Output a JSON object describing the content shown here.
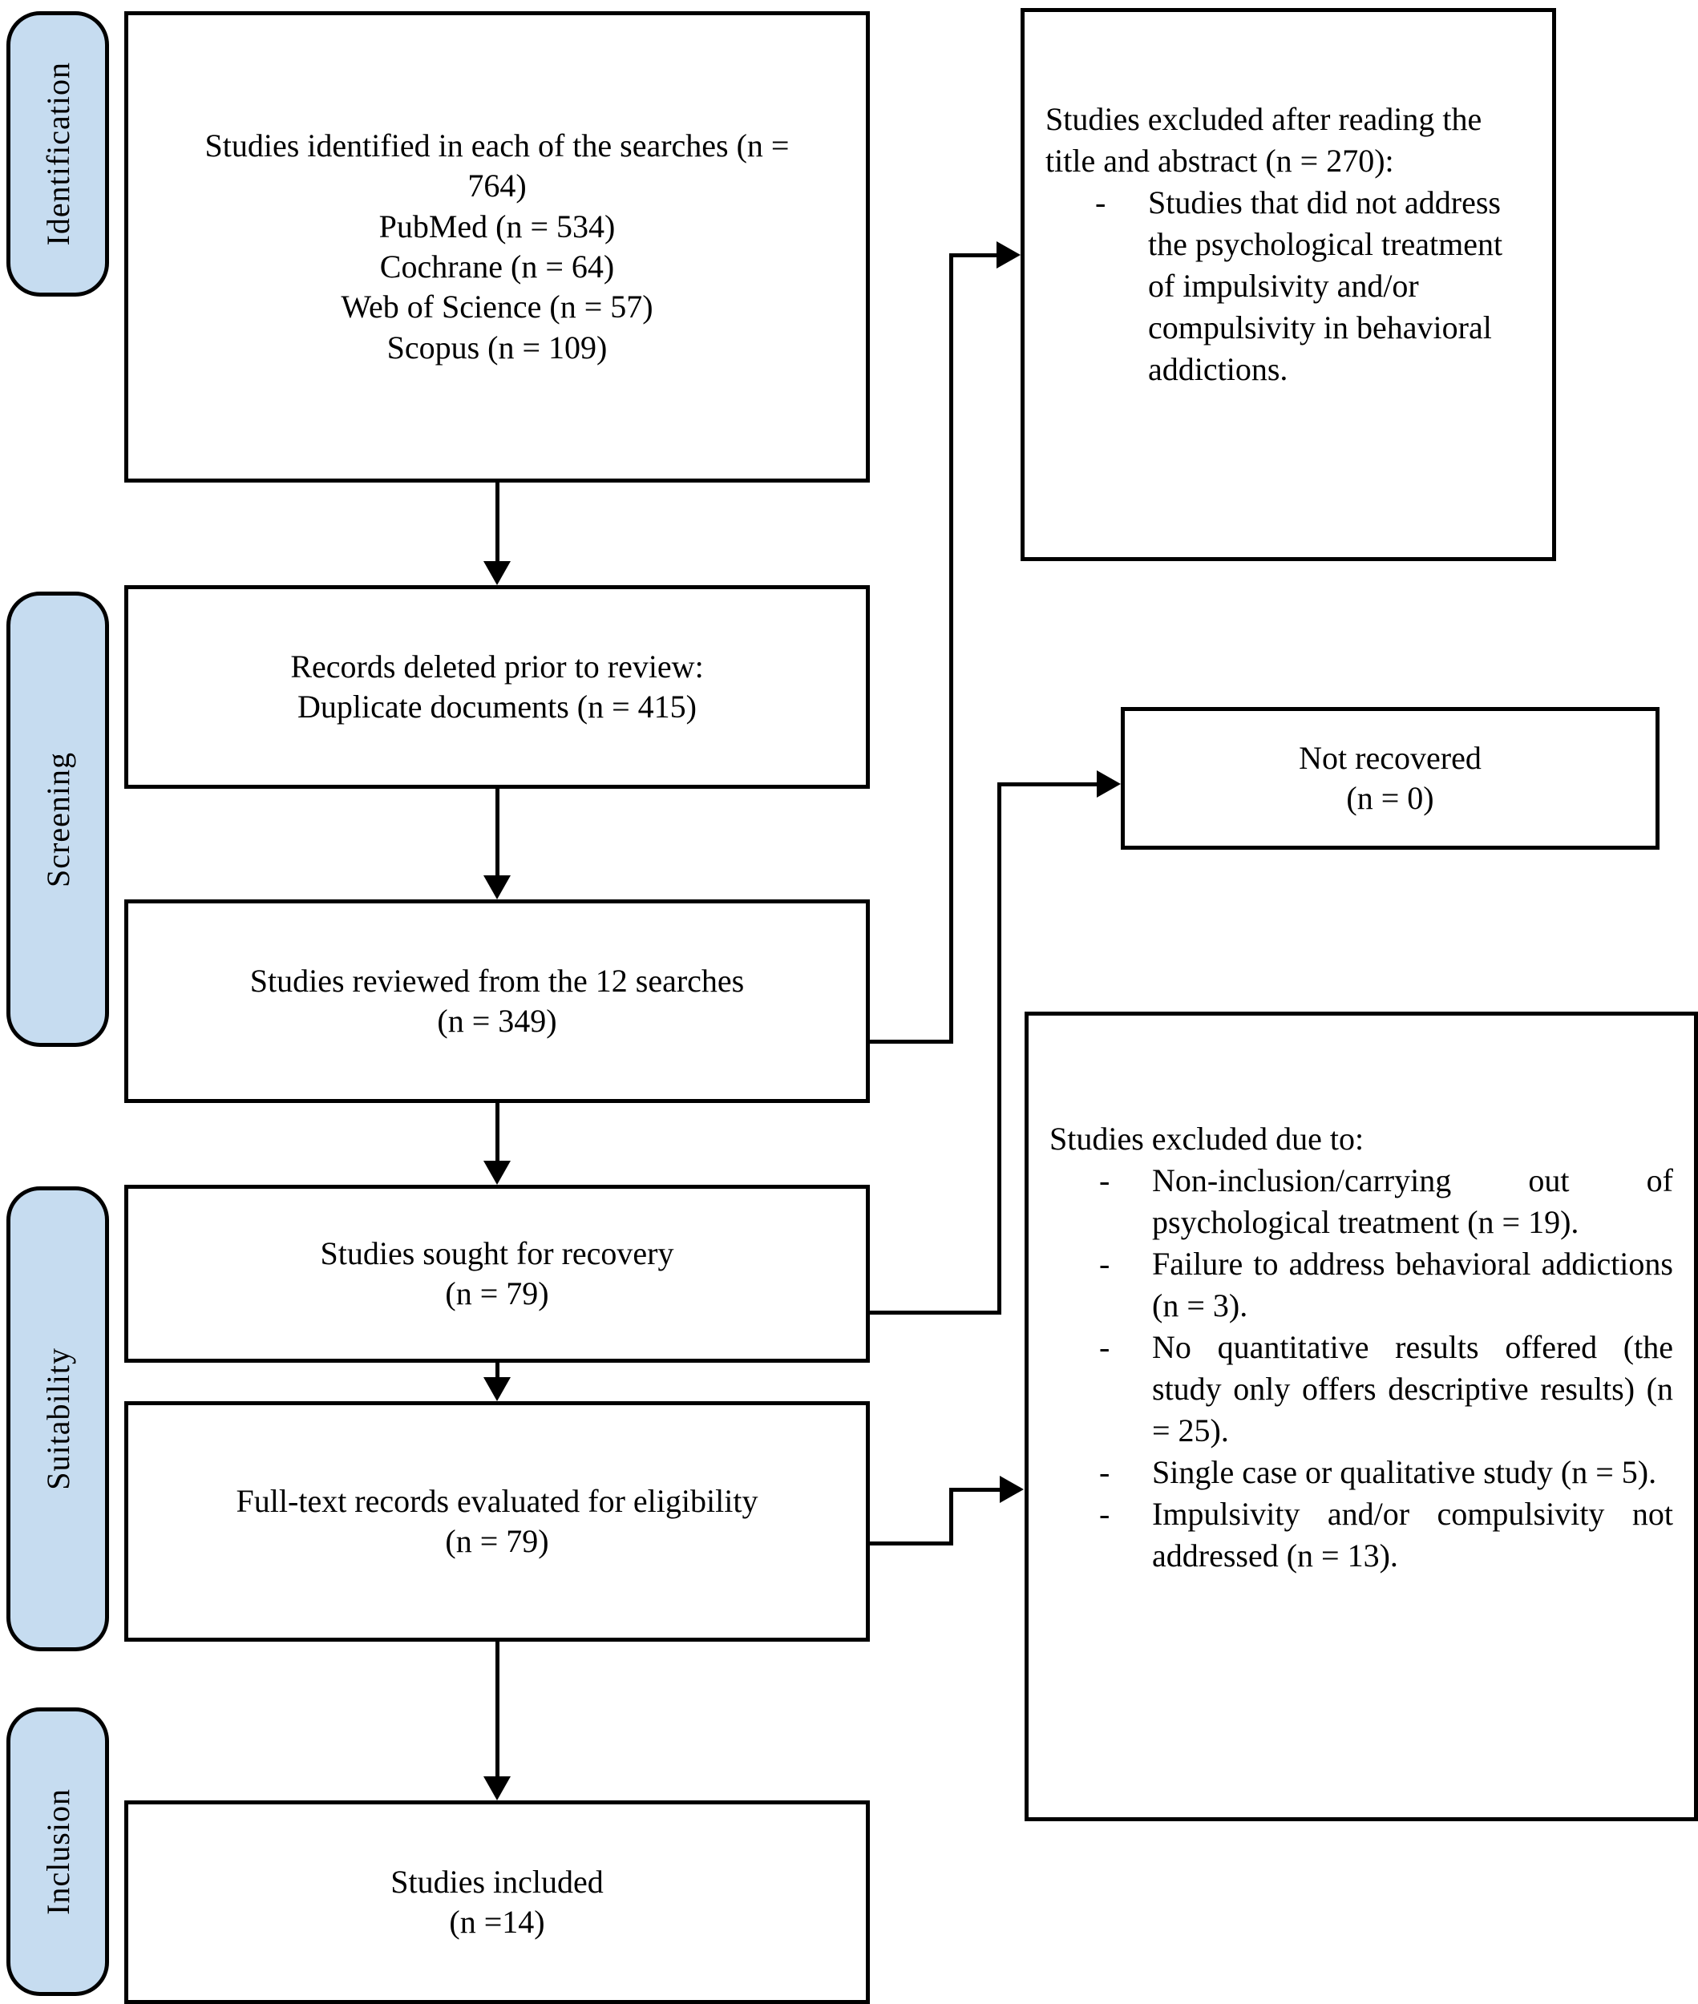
{
  "diagram": {
    "title": "PRISMA flow diagram",
    "accent_color": "#c6dcf0",
    "line_color": "#000000"
  },
  "stages": [
    {
      "id": "identification",
      "label": "Identification"
    },
    {
      "id": "screening",
      "label": "Screening"
    },
    {
      "id": "suitability",
      "label": "Suitability"
    },
    {
      "id": "inclusion",
      "label": "Inclusion"
    }
  ],
  "nodes": {
    "identified": {
      "lines": [
        "Studies identified in each of the searches (n =",
        "764)",
        "PubMed (n = 534)",
        "Cochrane (n = 64)",
        "Web of Science (n = 57)",
        "Scopus (n = 109)"
      ]
    },
    "duplicates": {
      "lines": [
        "Records deleted prior to review:",
        "Duplicate documents (n = 415)"
      ]
    },
    "reviewed": {
      "lines": [
        "Studies reviewed from the 12 searches",
        "(n = 349)"
      ]
    },
    "sought": {
      "lines": [
        "Studies sought for recovery",
        "(n = 79)"
      ]
    },
    "fulltext": {
      "lines": [
        "Full-text records evaluated for eligibility",
        "(n = 79)"
      ]
    },
    "included": {
      "lines": [
        "Studies included",
        "(n =14)"
      ]
    },
    "not_recovered": {
      "lines": [
        "Not recovered",
        "(n = 0)"
      ]
    },
    "excluded_title_abstract": {
      "heading": "Studies excluded after reading the title and abstract (n = 270):",
      "dash": "-",
      "items": [
        "Studies that did not address the psychological treatment of impulsivity and/or compulsivity in behavioral addictions."
      ]
    },
    "excluded_fulltext": {
      "heading": "Studies excluded due to:",
      "dash": "-",
      "items": [
        "Non-inclusion/carrying out of psychological treatment (n = 19).",
        "Failure to address behavioral addictions (n = 3).",
        "No quantitative results offered (the study only offers descriptive results) (n = 25).",
        "Single case or qualitative study (n = 5).",
        "Impulsivity and/or compulsivity not addressed  (n = 13)."
      ]
    }
  },
  "counts": {
    "total_identified": 764,
    "pubmed": 534,
    "cochrane": 64,
    "web_of_science": 57,
    "scopus": 109,
    "duplicates_removed": 415,
    "reviewed": 349,
    "excluded_title_abstract": 270,
    "sought_for_recovery": 79,
    "not_recovered": 0,
    "full_text_evaluated": 79,
    "excluded_non_inclusion": 19,
    "excluded_not_behavioral": 3,
    "excluded_no_quantitative": 25,
    "excluded_single_case": 5,
    "excluded_no_impulsivity": 13,
    "included": 14
  }
}
